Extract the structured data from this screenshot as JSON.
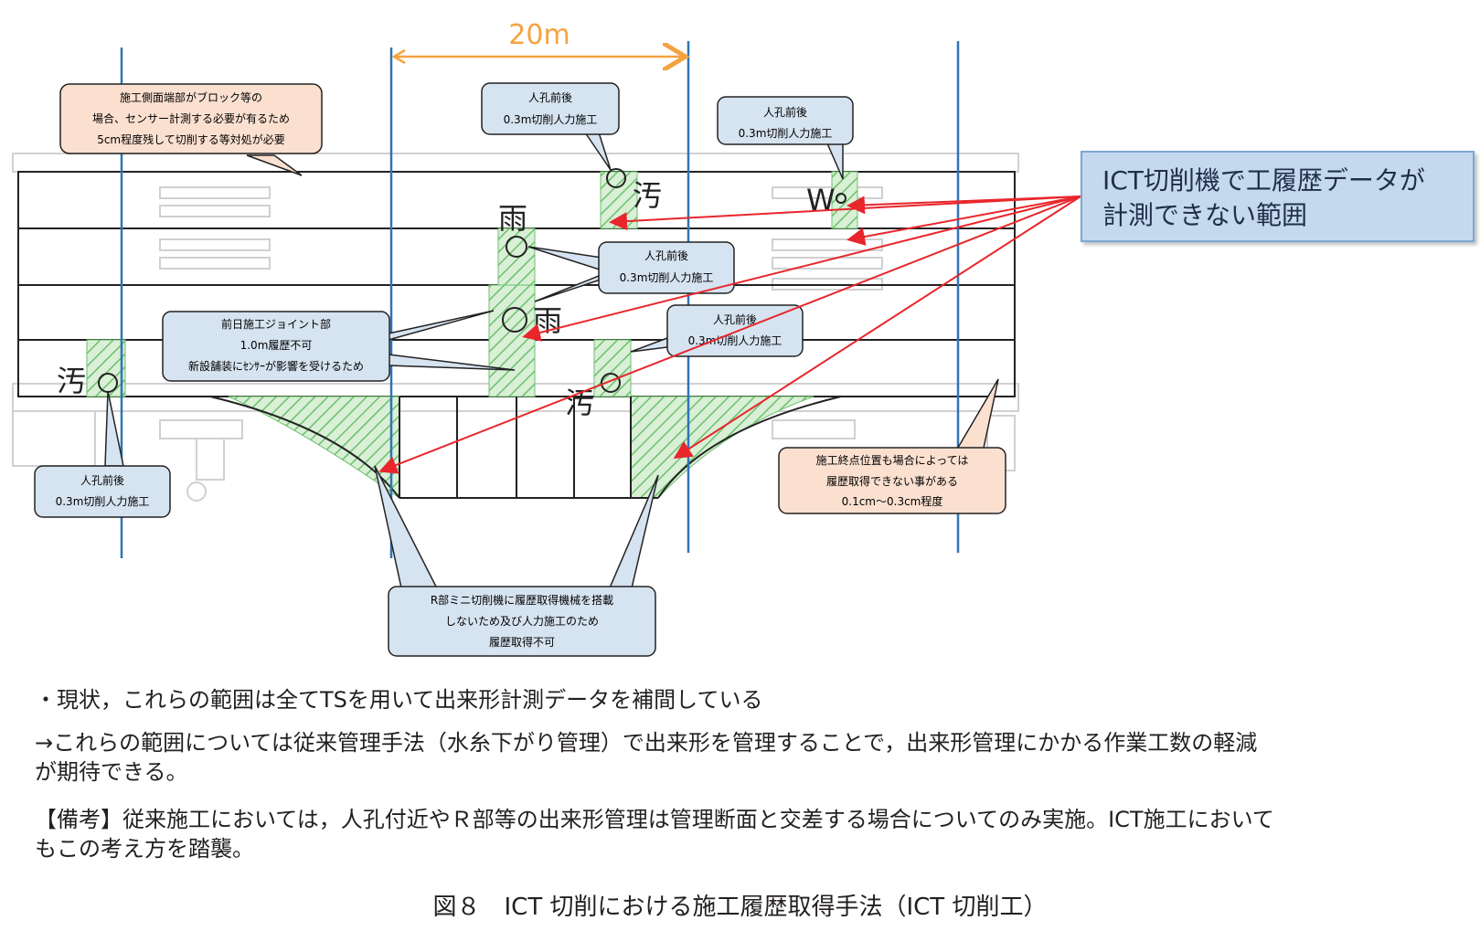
{
  "dimension_label": "20m",
  "ict_callout": {
    "line1": "ICT切削機で工履歴データが",
    "line2": "計測できない範囲"
  },
  "callouts": {
    "side_edge": [
      "施工側面端部がブロック等の",
      "場合、センサー計測する必要が有るため",
      "5cm程度残して切削する等対処が必要"
    ],
    "manhole_a": [
      "人孔前後",
      "0.3m切削人力施工"
    ],
    "manhole_b": [
      "人孔前後",
      "0.3m切削人力施工"
    ],
    "manhole_c": [
      "人孔前後",
      "0.3m切削人力施工"
    ],
    "manhole_d": [
      "人孔前後",
      "0.3m切削人力施工"
    ],
    "manhole_e": [
      "人孔前後",
      "0.3m切削人力施工"
    ],
    "joint": [
      "前日施工ジョイント部",
      "1.0m履歴不可",
      "新設舗装にｾﾝｻｰが影響を受けるため"
    ],
    "end_point": [
      "施工終点位置も場合によっては",
      "履歴取得できない事がある",
      "0.1cm～0.3cm程度"
    ],
    "r_section": [
      "R部ミニ切削機に履歴取得機械を搭載",
      "しないため及び人力施工のため",
      "履歴取得不可"
    ]
  },
  "manhole_marks": [
    "汚",
    "W",
    "雨",
    "雨",
    "汚",
    "汚"
  ],
  "notes": {
    "line1": "・現状，これらの範囲は全てTSを用いて出来形計測データを補間している",
    "line2a": "→これらの範囲については従来管理手法（水糸下がり管理）で出来形を管理することで，出来形管理にかかる作業工数の軽減",
    "line2b": "が期待できる。",
    "line3a": "【備考】従来施工においては，人孔付近やＲ部等の出来形管理は管理断面と交差する場合についてのみ実施。ICT施工において",
    "line3b": "もこの考え方を踏襲。"
  },
  "caption": "図８　ICT 切削における施工履歴取得手法（ICT 切削工）",
  "colors": {
    "measure_line": "#2e75b6",
    "dimension": "#f4a340",
    "arrow": "#e8262b",
    "callout_blue": "#d6e3f0",
    "callout_peach": "#fbe0d0",
    "hatch_green": "#6cc06c"
  }
}
